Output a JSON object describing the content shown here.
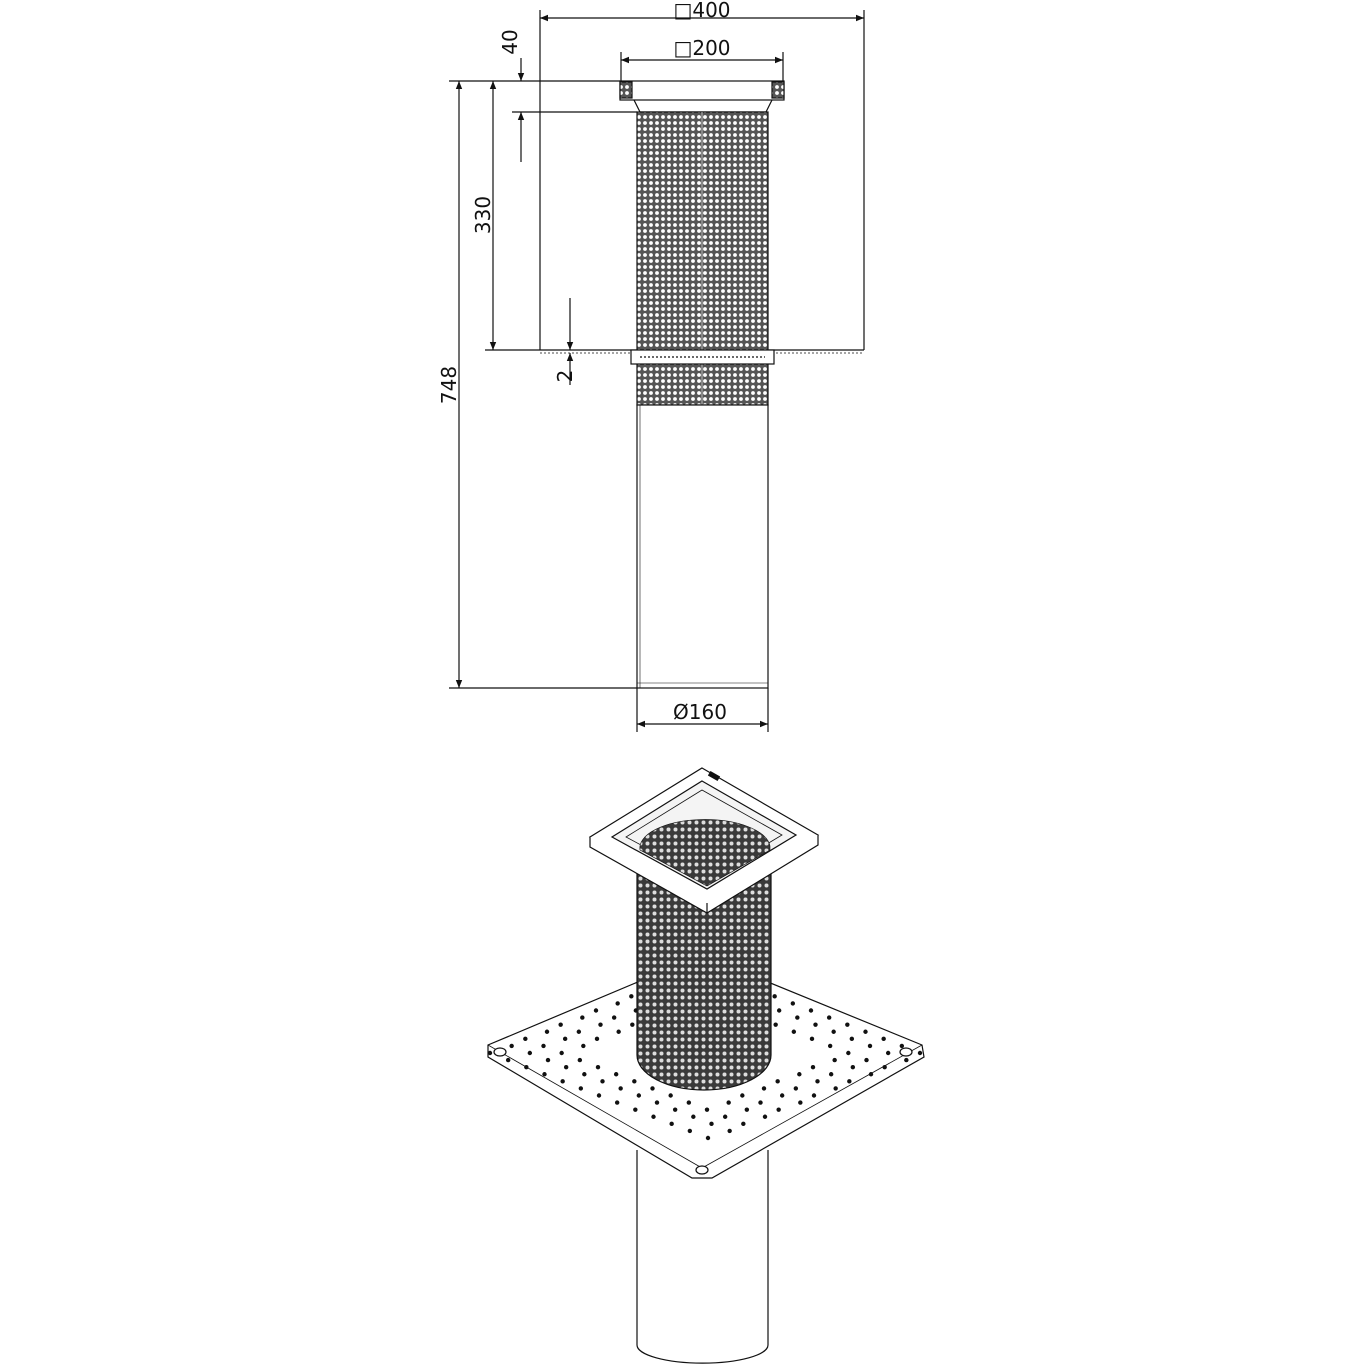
{
  "dimensions": {
    "overall_width": "□400",
    "flange_width": "□200",
    "flange_height": "40",
    "upper_height": "330",
    "membrane_gap": "2",
    "total_height": "748",
    "pipe_diameter": "Ø160"
  },
  "colors": {
    "line": "#111111",
    "background": "#ffffff"
  }
}
